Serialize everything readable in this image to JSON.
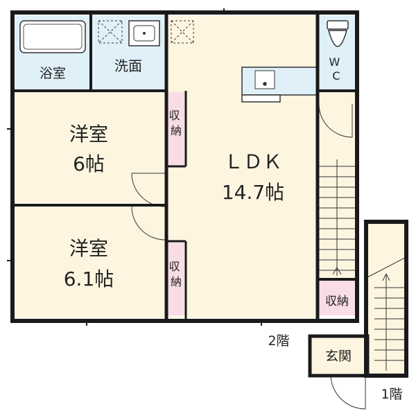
{
  "rooms": {
    "bath": "浴室",
    "washroom": "洗面",
    "wc": "WC",
    "bedroom1_name": "洋室",
    "bedroom1_size": "6帖",
    "bedroom2_name": "洋室",
    "bedroom2_size": "6.1帖",
    "ldk_name": "ＬＤＫ",
    "ldk_size": "14.7帖",
    "closet": "収納",
    "entrance": "玄関"
  },
  "floors": {
    "second": "2階",
    "first": "1階"
  },
  "colors": {
    "wall": "#1a1a1a",
    "room_fill": "#fdf5e0",
    "wet_fill": "#dff0f8",
    "closet_fill": "#f8dde4"
  }
}
